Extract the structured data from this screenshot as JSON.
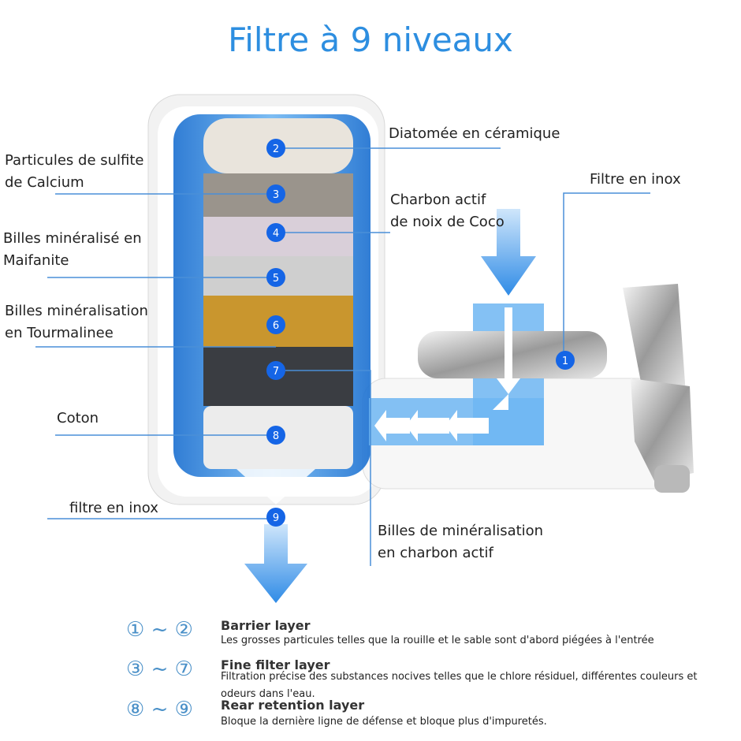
{
  "title": "Filtre à 9 niveaux",
  "colors": {
    "title_blue": "#2d8ee0",
    "water_blue": "#3a8fe0",
    "badge_blue": "#1565e6",
    "line_blue": "#4a8fd8"
  },
  "badges": [
    "1",
    "2",
    "3",
    "4",
    "5",
    "6",
    "7",
    "8",
    "9"
  ],
  "labels": {
    "diatomee": "Diatomée en céramique",
    "sulfite": "Particules de sulfite\nde Calcium",
    "charbon_coco": "Charbon actif\nde noix de Coco",
    "filtre_inox_top": "Filtre en inox",
    "maifanite": "Billes minéralisé en\nMaifanite",
    "tourmaline": "Billes minéralisation\nen Tourmalinee",
    "coton": "Coton",
    "filtre_inox_bottom": "filtre en inox",
    "billes_charbon": "Billes de minéralisation\nen charbon actif"
  },
  "legend": [
    {
      "numbers": "① ~ ②",
      "title": "Barrier layer",
      "desc": "Les grosses particules telles que la rouille et le sable sont d'abord piégées à l'entrée"
    },
    {
      "numbers": "③ ~ ⑦",
      "title": "Fine filter layer",
      "desc": "Filtration précise des substances nocives telles que le chlore résiduel, différentes couleurs et odeurs dans l'eau."
    },
    {
      "numbers": "⑧ ~ ⑨",
      "title": "Rear retention layer",
      "desc": "Bloque la dernière ligne de défense et bloque plus d'impuretés."
    }
  ]
}
